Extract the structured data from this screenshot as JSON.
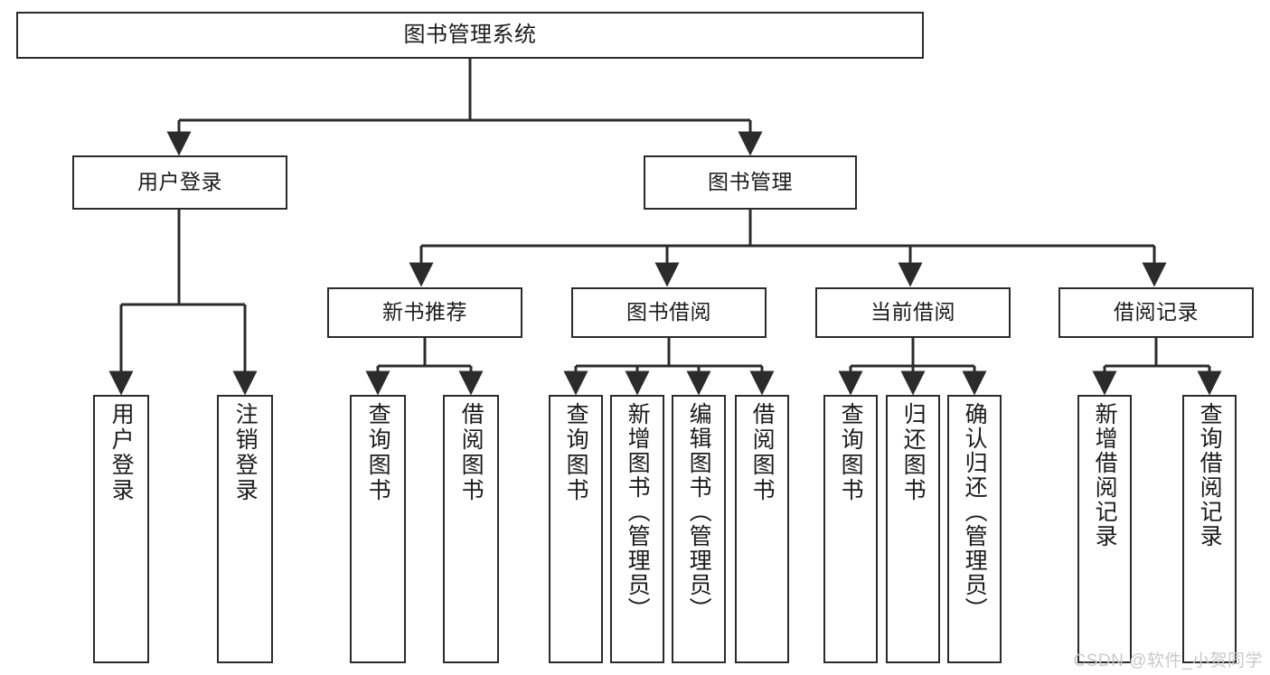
{
  "diagram": {
    "title": "图书管理系统",
    "watermark": "CSDN @软件_小贺同学",
    "colors": {
      "background": "#ffffff",
      "box_fill": "#ffffff",
      "box_stroke": "#2b2b2b",
      "connector": "#2b2b2b",
      "text": "#1b1b1b",
      "watermark": "#c9c9c9"
    },
    "levels": {
      "root": {
        "label": "图书管理系统"
      },
      "level2": [
        {
          "id": "user-login",
          "label": "用户登录"
        },
        {
          "id": "book-manage",
          "label": "图书管理"
        }
      ],
      "level3": [
        {
          "id": "new-book-recommend",
          "label": "新书推荐"
        },
        {
          "id": "book-borrow",
          "label": "图书借阅"
        },
        {
          "id": "current-borrow",
          "label": "当前借阅"
        },
        {
          "id": "borrow-record",
          "label": "借阅记录"
        }
      ],
      "leaves": {
        "user_login": [
          {
            "id": "leaf-user-login",
            "label": "用户登录"
          },
          {
            "id": "leaf-logout-login",
            "label": "注销登录"
          }
        ],
        "new_book_recommend": [
          {
            "id": "leaf-query-book-1",
            "label": "查询图书"
          },
          {
            "id": "leaf-borrow-book-1",
            "label": "借阅图书"
          }
        ],
        "book_borrow": [
          {
            "id": "leaf-query-book-2",
            "label": "查询图书"
          },
          {
            "id": "leaf-add-book",
            "label": "新增图书（管理员）"
          },
          {
            "id": "leaf-edit-book",
            "label": "编辑图书（管理员）"
          },
          {
            "id": "leaf-borrow-book-2",
            "label": "借阅图书"
          }
        ],
        "current_borrow": [
          {
            "id": "leaf-query-book-3",
            "label": "查询图书"
          },
          {
            "id": "leaf-return-book",
            "label": "归还图书"
          },
          {
            "id": "leaf-confirm-return",
            "label": "确认归还（管理员）"
          }
        ],
        "borrow_record": [
          {
            "id": "leaf-add-record",
            "label": "新增借阅记录"
          },
          {
            "id": "leaf-query-record",
            "label": "查询借阅记录"
          }
        ]
      }
    }
  }
}
